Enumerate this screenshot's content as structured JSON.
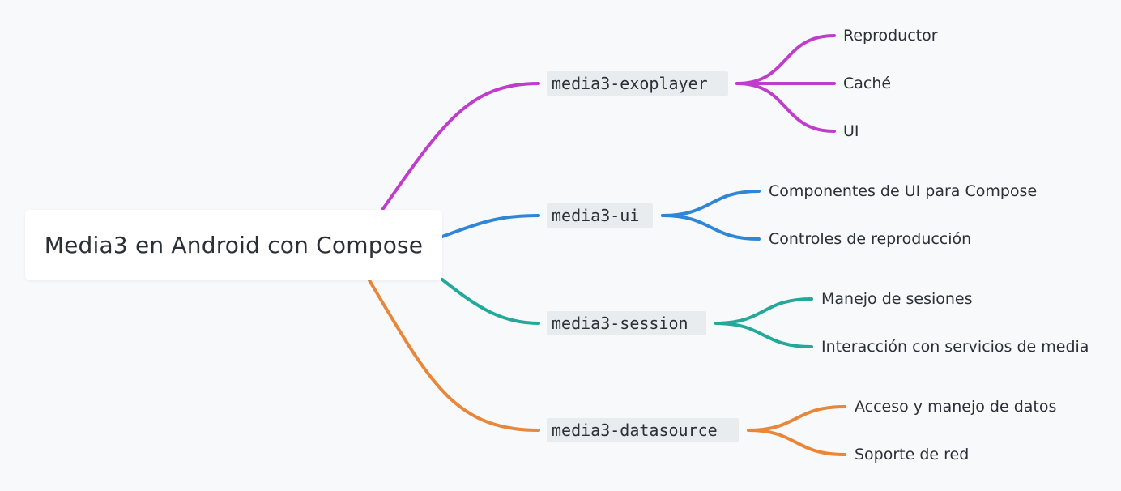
{
  "root": {
    "label": "Media3 en Android con Compose"
  },
  "branches": [
    {
      "label": "media3-exoplayer",
      "color": "#c03ccc",
      "children": [
        "Reproductor",
        "Caché",
        "UI"
      ]
    },
    {
      "label": "media3-ui",
      "color": "#2f86d6",
      "children": [
        "Componentes de UI para Compose",
        "Controles de reproducción"
      ]
    },
    {
      "label": "media3-session",
      "color": "#22a99a",
      "children": [
        "Manejo de sesiones",
        "Interacción con servicios de media"
      ]
    },
    {
      "label": "media3-datasource",
      "color": "#e8863a",
      "children": [
        "Acceso y manejo de datos",
        "Soporte de red"
      ]
    }
  ]
}
